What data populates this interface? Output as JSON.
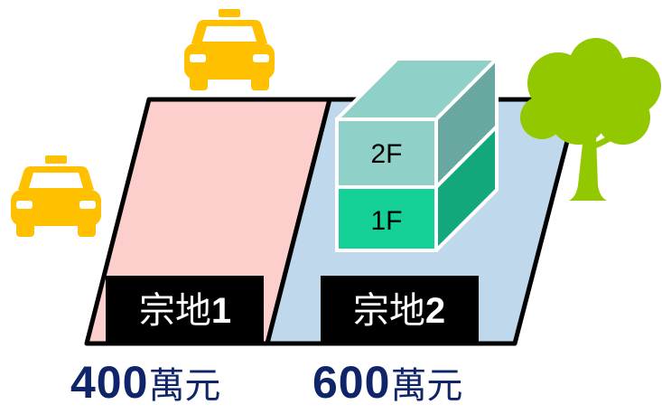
{
  "lots": [
    {
      "label": "宗地",
      "number": "1",
      "color": "#fccfcd"
    },
    {
      "label": "宗地",
      "number": "2",
      "color": "#c0d8ec"
    }
  ],
  "building": {
    "floors": [
      {
        "label": "2F",
        "color": "#8fd0c8"
      },
      {
        "label": "1F",
        "color": "#14cf96"
      }
    ],
    "side_colors": [
      "#68a8a0",
      "#12a87c"
    ]
  },
  "prices": [
    {
      "number": "400",
      "unit": "萬元"
    },
    {
      "number": "600",
      "unit": "萬元"
    }
  ],
  "icons": [
    "taxi-icon",
    "taxi-icon",
    "tree-icon"
  ],
  "colors": {
    "taxi": "#ffc000",
    "tree": "#92c800",
    "price_text": "#10246a",
    "label_bg": "#000000"
  }
}
